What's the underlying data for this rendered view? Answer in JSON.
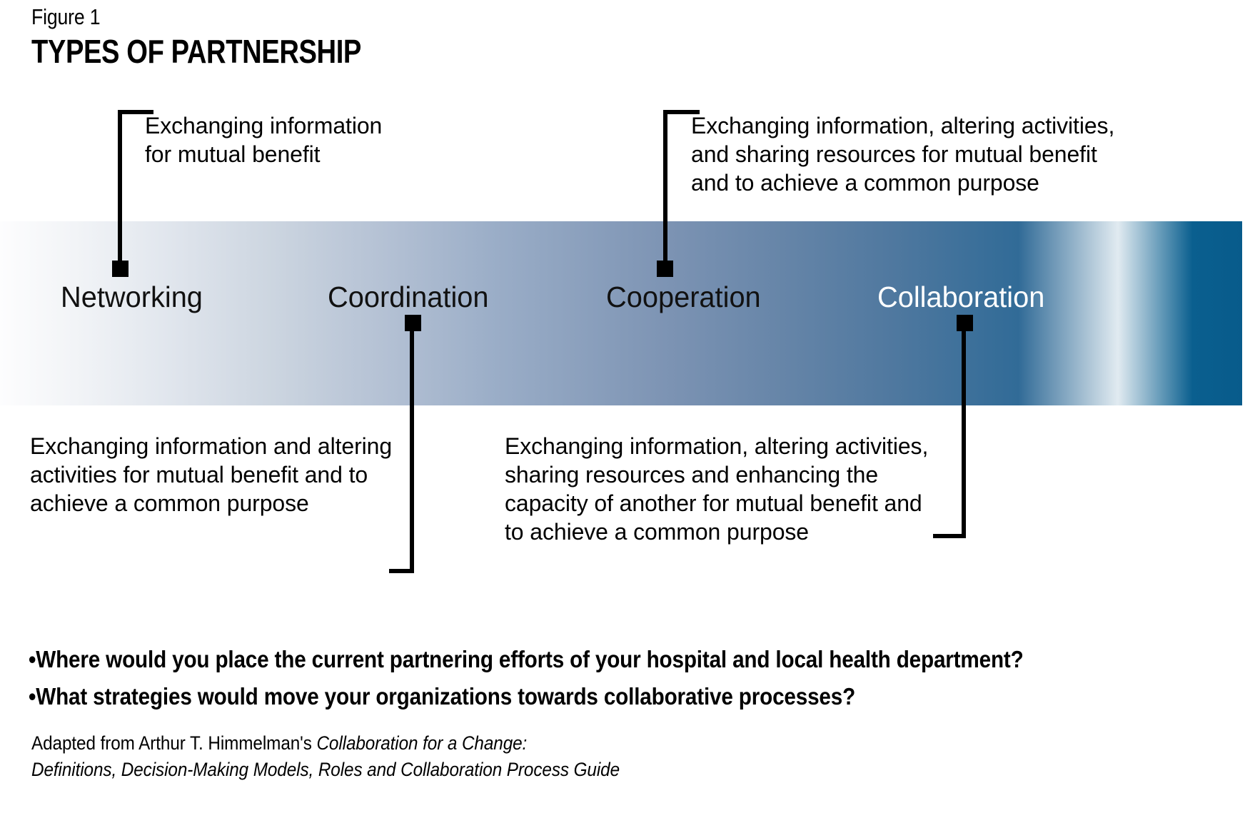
{
  "figure": {
    "label": "Figure 1",
    "title": "TYPES OF PARTNERSHIP"
  },
  "band": {
    "gradient_from": "#fdfdfe",
    "gradient_mid_light": "#ccd5e0",
    "gradient_mid": "#8ba0bd",
    "gradient_mid_dark": "#4f789f",
    "gradient_to": "#0a5f8f",
    "stages": [
      {
        "name": "networking",
        "label": "Networking",
        "text_color": "#111111"
      },
      {
        "name": "coordination",
        "label": "Coordination",
        "text_color": "#111111"
      },
      {
        "name": "cooperation",
        "label": "Cooperation",
        "text_color": "#111111"
      },
      {
        "name": "collaboration",
        "label": "Collaboration",
        "text_color": "#ffffff"
      }
    ]
  },
  "callouts": [
    {
      "name": "networking",
      "position": "above-left",
      "text": "Exchanging information\nfor mutual benefit"
    },
    {
      "name": "cooperation",
      "position": "above-right",
      "text": "Exchanging information, altering activities,\nand sharing resources for mutual benefit\nand to achieve a common purpose"
    },
    {
      "name": "coordination",
      "position": "below-left",
      "text": "Exchanging information and altering\nactivities for mutual benefit and to\nachieve a common purpose"
    },
    {
      "name": "collaboration",
      "position": "below-right",
      "text": "Exchanging information, altering activities,\nsharing resources and enhancing the\ncapacity of another for mutual benefit and\nto achieve a common purpose"
    }
  ],
  "questions": [
    "•Where would you place the current partnering efforts of your hospital and local health department?",
    "•What strategies would move your organizations towards collaborative processes?"
  ],
  "source": {
    "prefix": "Adapted from Arthur T. Himmelman's ",
    "title_line1": "Collaboration for a Change:",
    "title_line2": "Definitions, Decision-Making Models, Roles and Collaboration Process Guide"
  }
}
